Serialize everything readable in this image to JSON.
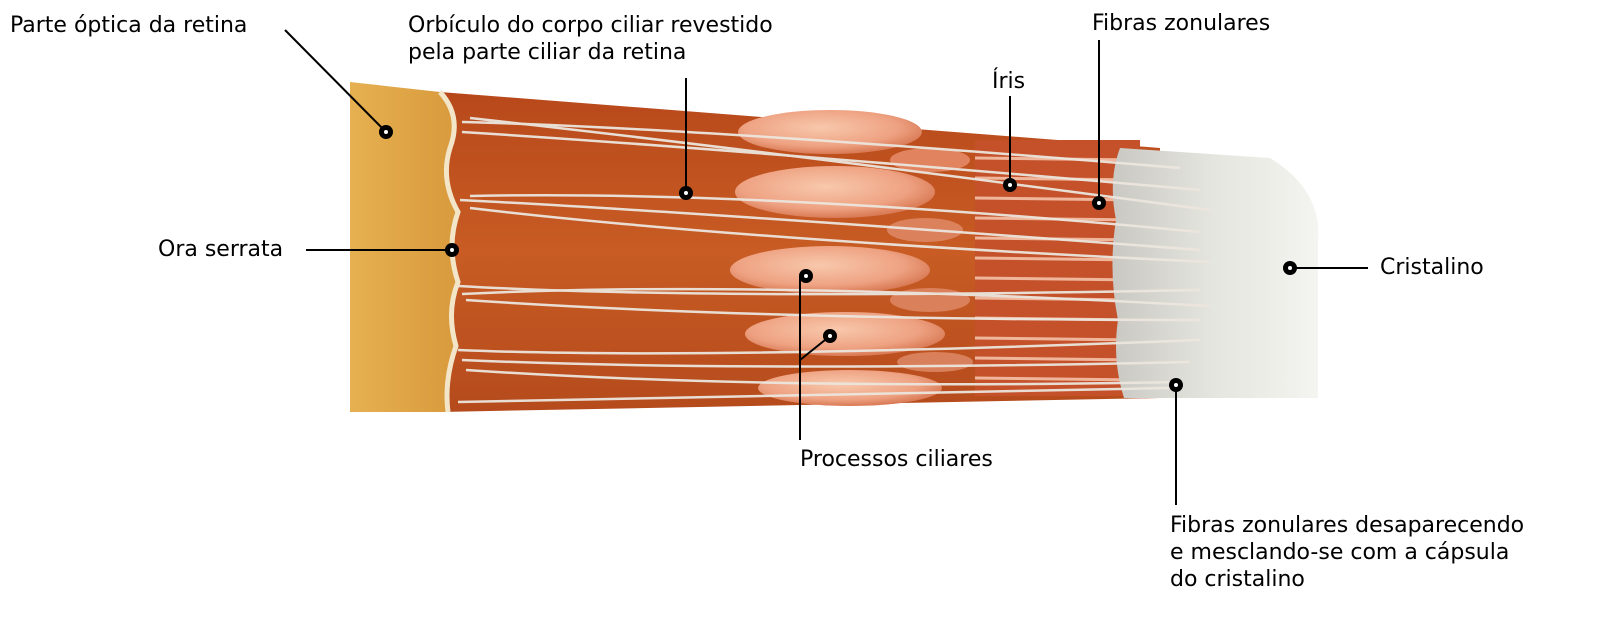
{
  "labels": {
    "optic_retina": "Parte óptica da retina",
    "orbiculo_line1": "Orbículo do corpo ciliar revestido",
    "orbiculo_line2": "pela parte ciliar da retina",
    "fibras_zonulares": "Fibras zonulares",
    "iris": "Íris",
    "ora_serrata": "Ora serrata",
    "cristalino": "Cristalino",
    "processos_ciliares": "Processos ciliares",
    "desaparecendo_line1": "Fibras zonulares desaparecendo",
    "desaparecendo_line2": "e mesclando-se com a cápsula",
    "desaparecendo_line3": "do cristalino"
  },
  "colors": {
    "optic_retina": "#e0a84a",
    "ciliary_body": "#c0551f",
    "ciliary_processes": "#eda485",
    "iris": "#c9532a",
    "lens": "#dcdcd6",
    "zonular_fibers": "#e8e2da",
    "marker": "#000000"
  }
}
